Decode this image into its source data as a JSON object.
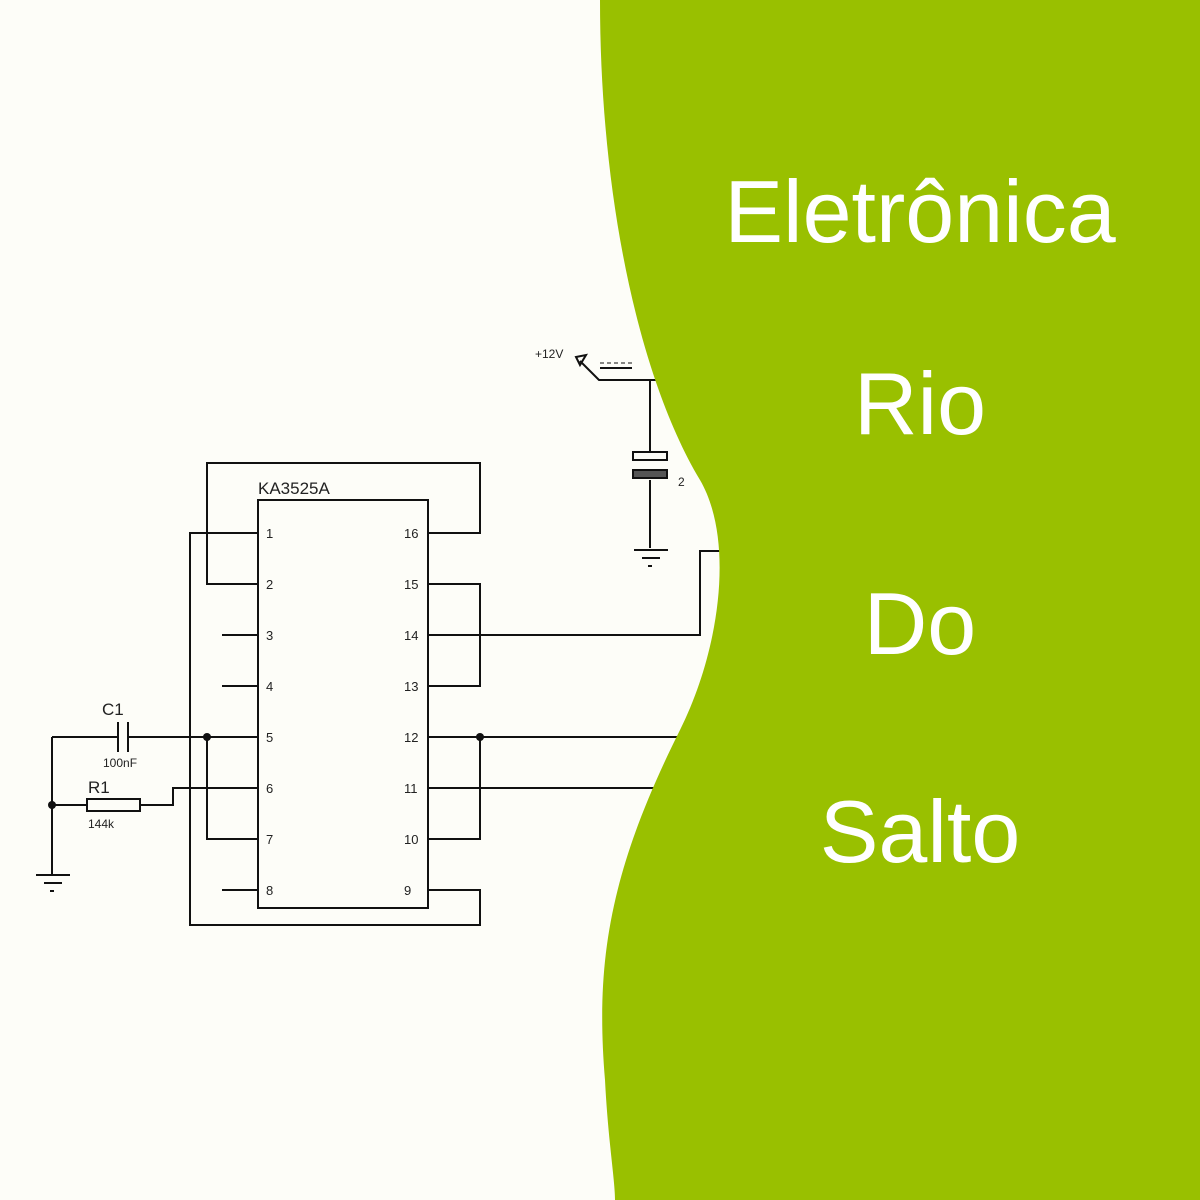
{
  "schematic": {
    "chip_name": "KA3525A",
    "left_pins": [
      "1",
      "2",
      "3",
      "4",
      "5",
      "6",
      "7",
      "8"
    ],
    "right_pins": [
      "16",
      "15",
      "14",
      "13",
      "12",
      "11",
      "10",
      "9"
    ],
    "c1_label": "C1",
    "c1_value": "100nF",
    "r1_label": "R1",
    "r1_value": "144k",
    "supply_label": "+12V",
    "cap2_value_partial": "2"
  },
  "title_lines": [
    "Eletrônica",
    "Rio",
    "Do",
    "Salto"
  ],
  "colors": {
    "green": "#99c000",
    "background": "#fdfdf8",
    "wire": "#111111"
  }
}
